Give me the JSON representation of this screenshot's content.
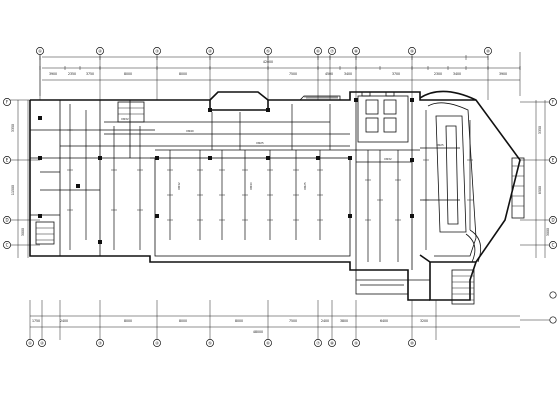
{
  "drawing": {
    "grid_top": [
      "①",
      "②",
      "③",
      "④",
      "⑤",
      "⑥",
      "⑦",
      "⑧",
      "⑨",
      "⑩"
    ],
    "grid_bottom": [
      "①",
      "②",
      "③",
      "④",
      "⑤",
      "⑥",
      "⑦",
      "⑧",
      "⑨",
      "⑩"
    ],
    "grid_left": [
      "F",
      "E",
      "D",
      "C"
    ],
    "grid_right": [
      "F",
      "E",
      "D",
      "C"
    ],
    "dims_top_row1": [
      "3900",
      "2350",
      "3750",
      "8000",
      "8000",
      "7500",
      "4500",
      "3400",
      "3700",
      "2300",
      "3400",
      "3900"
    ],
    "dims_top_total": "42000",
    "dims_bottom_row1": [
      "1750",
      "2400",
      "8000",
      "8000",
      "8000",
      "7500",
      "2400",
      "3800",
      "6400",
      "3200"
    ],
    "dims_bottom_total": "48000",
    "dims_left": [
      "3350",
      "11500",
      "3000"
    ],
    "dims_right": [
      "3350",
      "8500",
      "3000"
    ],
    "duct_labels": [
      "DN32",
      "DN40",
      "DN25",
      "DN32",
      "DN40",
      "DN25",
      "DN32",
      "DN25"
    ]
  }
}
